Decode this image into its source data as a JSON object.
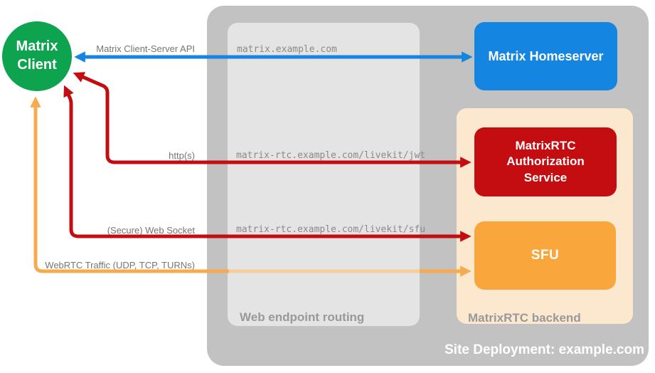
{
  "palette": {
    "background": "#FFFFFF",
    "site_container_gray": "#C2C2C2",
    "routing_box_gray": "#E4E4E4",
    "backend_box_peach": "#FBE8CE",
    "arrow_label_gray": "#757575",
    "section_label_gray": "#999999",
    "endpoint_text_gray": "#8A8A8A"
  },
  "client": {
    "label": "Matrix\nClient",
    "color": "#0EA34E"
  },
  "site": {
    "label": "Site Deployment: example.com",
    "bg": "#C2C2C2"
  },
  "routing": {
    "label": "Web endpoint routing",
    "bg": "#E4E4E4",
    "endpoints": [
      "matrix.example.com",
      "matrix-rtc.example.com/livekit/jwt",
      "matrix-rtc.example.com/livekit/sfu"
    ]
  },
  "backend": {
    "label": "MatrixRTC backend",
    "bg": "#FBE8CE"
  },
  "nodes": {
    "homeserver": {
      "label": "Matrix Homeserver",
      "bg": "#1485E0"
    },
    "auth_service": {
      "label": "MatrixRTC Authorization Service",
      "bg": "#C40D10"
    },
    "sfu": {
      "label": "SFU",
      "bg": "#F9A63C"
    }
  },
  "arrows": [
    {
      "label": "Matrix Client-Server API",
      "color": "#1485E0"
    },
    {
      "label": "http(s)",
      "color": "#C40D10"
    },
    {
      "label": "(Secure) Web Socket",
      "color": "#C40D10"
    },
    {
      "label": "WebRTC Traffic (UDP, TCP, TURNs)",
      "color": "#F6AB4E",
      "muted_color": "#F5CE9E"
    }
  ]
}
